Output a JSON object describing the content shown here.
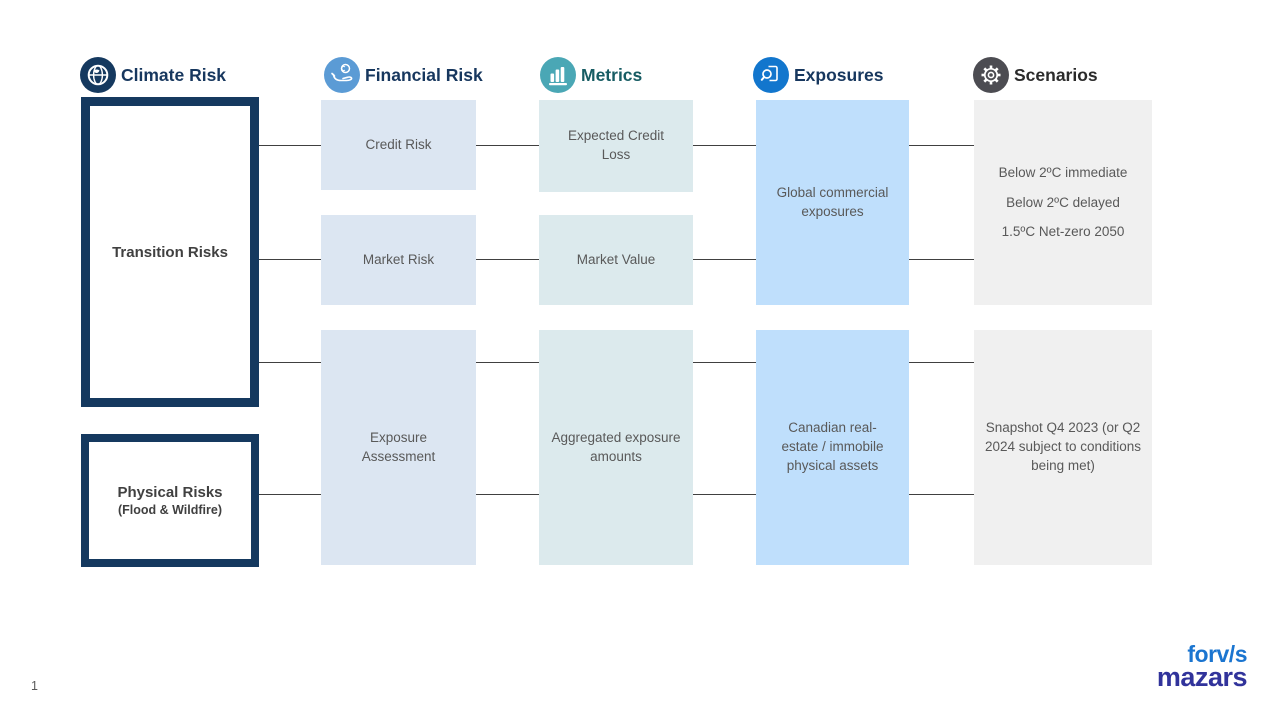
{
  "page_number": "1",
  "headers": [
    {
      "label": "Climate Risk",
      "icon": "globe-icon"
    },
    {
      "label": "Financial Risk",
      "icon": "hand-coin-icon"
    },
    {
      "label": "Metrics",
      "icon": "bar-chart-icon"
    },
    {
      "label": "Exposures",
      "icon": "magnifier-document-icon"
    },
    {
      "label": "Scenarios",
      "icon": "gear-icon"
    }
  ],
  "climate_risk": {
    "transition_box": "Transition Risks",
    "physical_box_title": "Physical Risks",
    "physical_box_subtitle": "(Flood & Wildfire)"
  },
  "financial_risk": {
    "credit": "Credit Risk",
    "market": "Market Risk",
    "exposure_assessment": "Exposure Assessment"
  },
  "metrics": {
    "expected_credit_loss": "Expected Credit Loss",
    "market_value": "Market Value",
    "aggregated": "Aggregated exposure amounts"
  },
  "exposures": {
    "global": "Global commercial exposures",
    "canadian": "Canadian real-estate / immobile physical assets"
  },
  "scenarios": {
    "list": [
      "Below 2ºC immediate",
      "Below 2ºC delayed",
      "1.5ºC Net-zero 2050"
    ],
    "snapshot": "Snapshot Q4 2023 (or Q2 2024 subject to conditions being met)"
  },
  "logo": {
    "top": "forv/s",
    "bottom": "mazars"
  },
  "colors": {
    "climate_navy": "#15395f",
    "financial_icon_blue": "#5b9bd5",
    "metrics_icon_teal": "#4aa7b5",
    "metrics_header_text": "#175c63",
    "exposures_icon_blue": "#1276cd",
    "scenarios_icon_gray": "#4c4c52",
    "financial_box_fill": "#dce6f2",
    "metrics_box_fill": "#dceaed",
    "exposures_box_fill": "#bfdffc",
    "scenarios_box_fill": "#f0f0f0",
    "connector_gray": "#404040",
    "logo_blue": "#1b75d0",
    "logo_indigo": "#31339b"
  }
}
